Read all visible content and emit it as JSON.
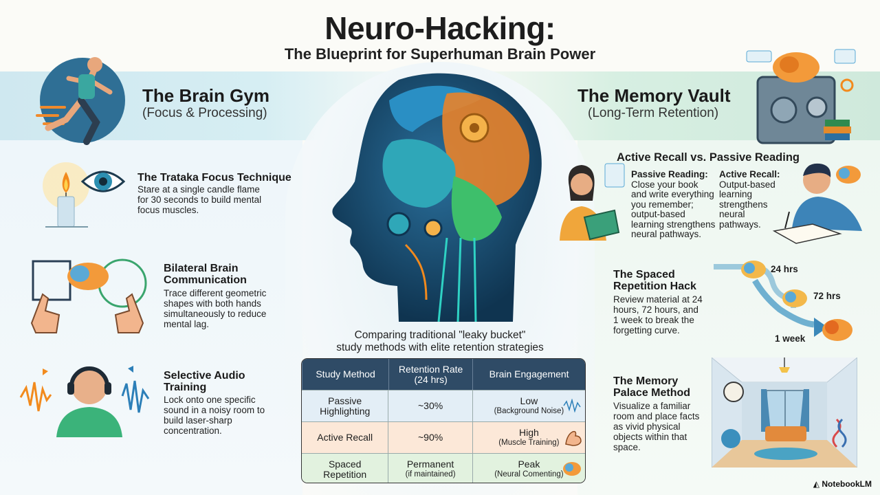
{
  "header": {
    "title": "Neuro-Hacking:",
    "subtitle": "The Blueprint for Superhuman Brain Power"
  },
  "left": {
    "heading": "The Brain Gym",
    "subheading": "(Focus & Processing)",
    "items": [
      {
        "title": "The Trataka Focus Technique",
        "body": [
          "Stare at a single candle flame",
          "for 30 seconds to build mental",
          "focus muscles."
        ],
        "icon": "candle-eye-icon"
      },
      {
        "title": "Bilateral Brain\nCommunication",
        "title_lines": [
          "Bilateral Brain",
          "Communication"
        ],
        "body": [
          "Trace different geometric",
          "shapes with both hands",
          "simultaneously to reduce",
          "mental lag."
        ],
        "icon": "hands-brain-icon"
      },
      {
        "title_lines": [
          "Selective Audio",
          "Training"
        ],
        "body": [
          "Lock onto one specific",
          "sound in a noisy room to",
          "build laser-sharp",
          "concentration."
        ],
        "icon": "headphones-person-icon"
      }
    ]
  },
  "right": {
    "heading": "The Memory Vault",
    "subheading": "(Long-Term Retention)",
    "recall": {
      "title": "Active Recall vs. Passive Reading",
      "passive_title": "Passive Reading:",
      "passive_body": [
        "Close your book",
        "and write everything",
        "you remember;",
        "output-based",
        "learning strengthens",
        "neural pathways."
      ],
      "active_title": "Active Recall:",
      "active_body": [
        "Output-based",
        "learning",
        "strengthens",
        "neural",
        "pathways."
      ]
    },
    "spaced": {
      "title_lines": [
        "The Spaced",
        "Repetition Hack"
      ],
      "body": [
        "Review material at 24",
        "hours, 72 hours, and",
        "1 week to break the",
        "forgetting curve."
      ],
      "labels": [
        "24 hrs",
        "72 hrs",
        "1 week"
      ]
    },
    "palace": {
      "title_lines": [
        "The Memory",
        "Palace Method"
      ],
      "body": [
        "Visualize a familiar",
        "room and place facts",
        "as vivid physical",
        "objects within that",
        "space."
      ]
    }
  },
  "center": {
    "caption": [
      "Comparing traditional \"leaky bucket\"",
      "study methods with elite retention strategies"
    ],
    "table": {
      "headers": [
        "Study Method",
        "Retention Rate\n(24 hrs)",
        "Brain Engagement"
      ],
      "header_lines": [
        [
          "Study Method"
        ],
        [
          "Retention Rate",
          "(24 hrs)"
        ],
        [
          "Brain Engagement"
        ]
      ],
      "rows": [
        {
          "method": [
            "Passive",
            "Highlighting"
          ],
          "rate": "~30%",
          "rate_note": "",
          "engagement": "Low",
          "engagement_note": "(Background Noise)",
          "icon": "sound-wave-icon"
        },
        {
          "method": [
            "Active Recall"
          ],
          "rate": "~90%",
          "rate_note": "",
          "engagement": "High",
          "engagement_note": "(Muscle Training)",
          "icon": "flexed-arm-icon"
        },
        {
          "method": [
            "Spaced",
            "Repetition"
          ],
          "rate": "Permanent",
          "rate_note": "(if maintained)",
          "engagement": "Peak",
          "engagement_note": "(Neural Comenting)",
          "icon": "brain-icon"
        }
      ]
    }
  },
  "footer": {
    "brand": "NotebookLM"
  },
  "colors": {
    "header_row": "#2f4b66",
    "row_blue": "#e3eef6",
    "row_orange": "#fce8d8",
    "row_green": "#e2f2df"
  }
}
